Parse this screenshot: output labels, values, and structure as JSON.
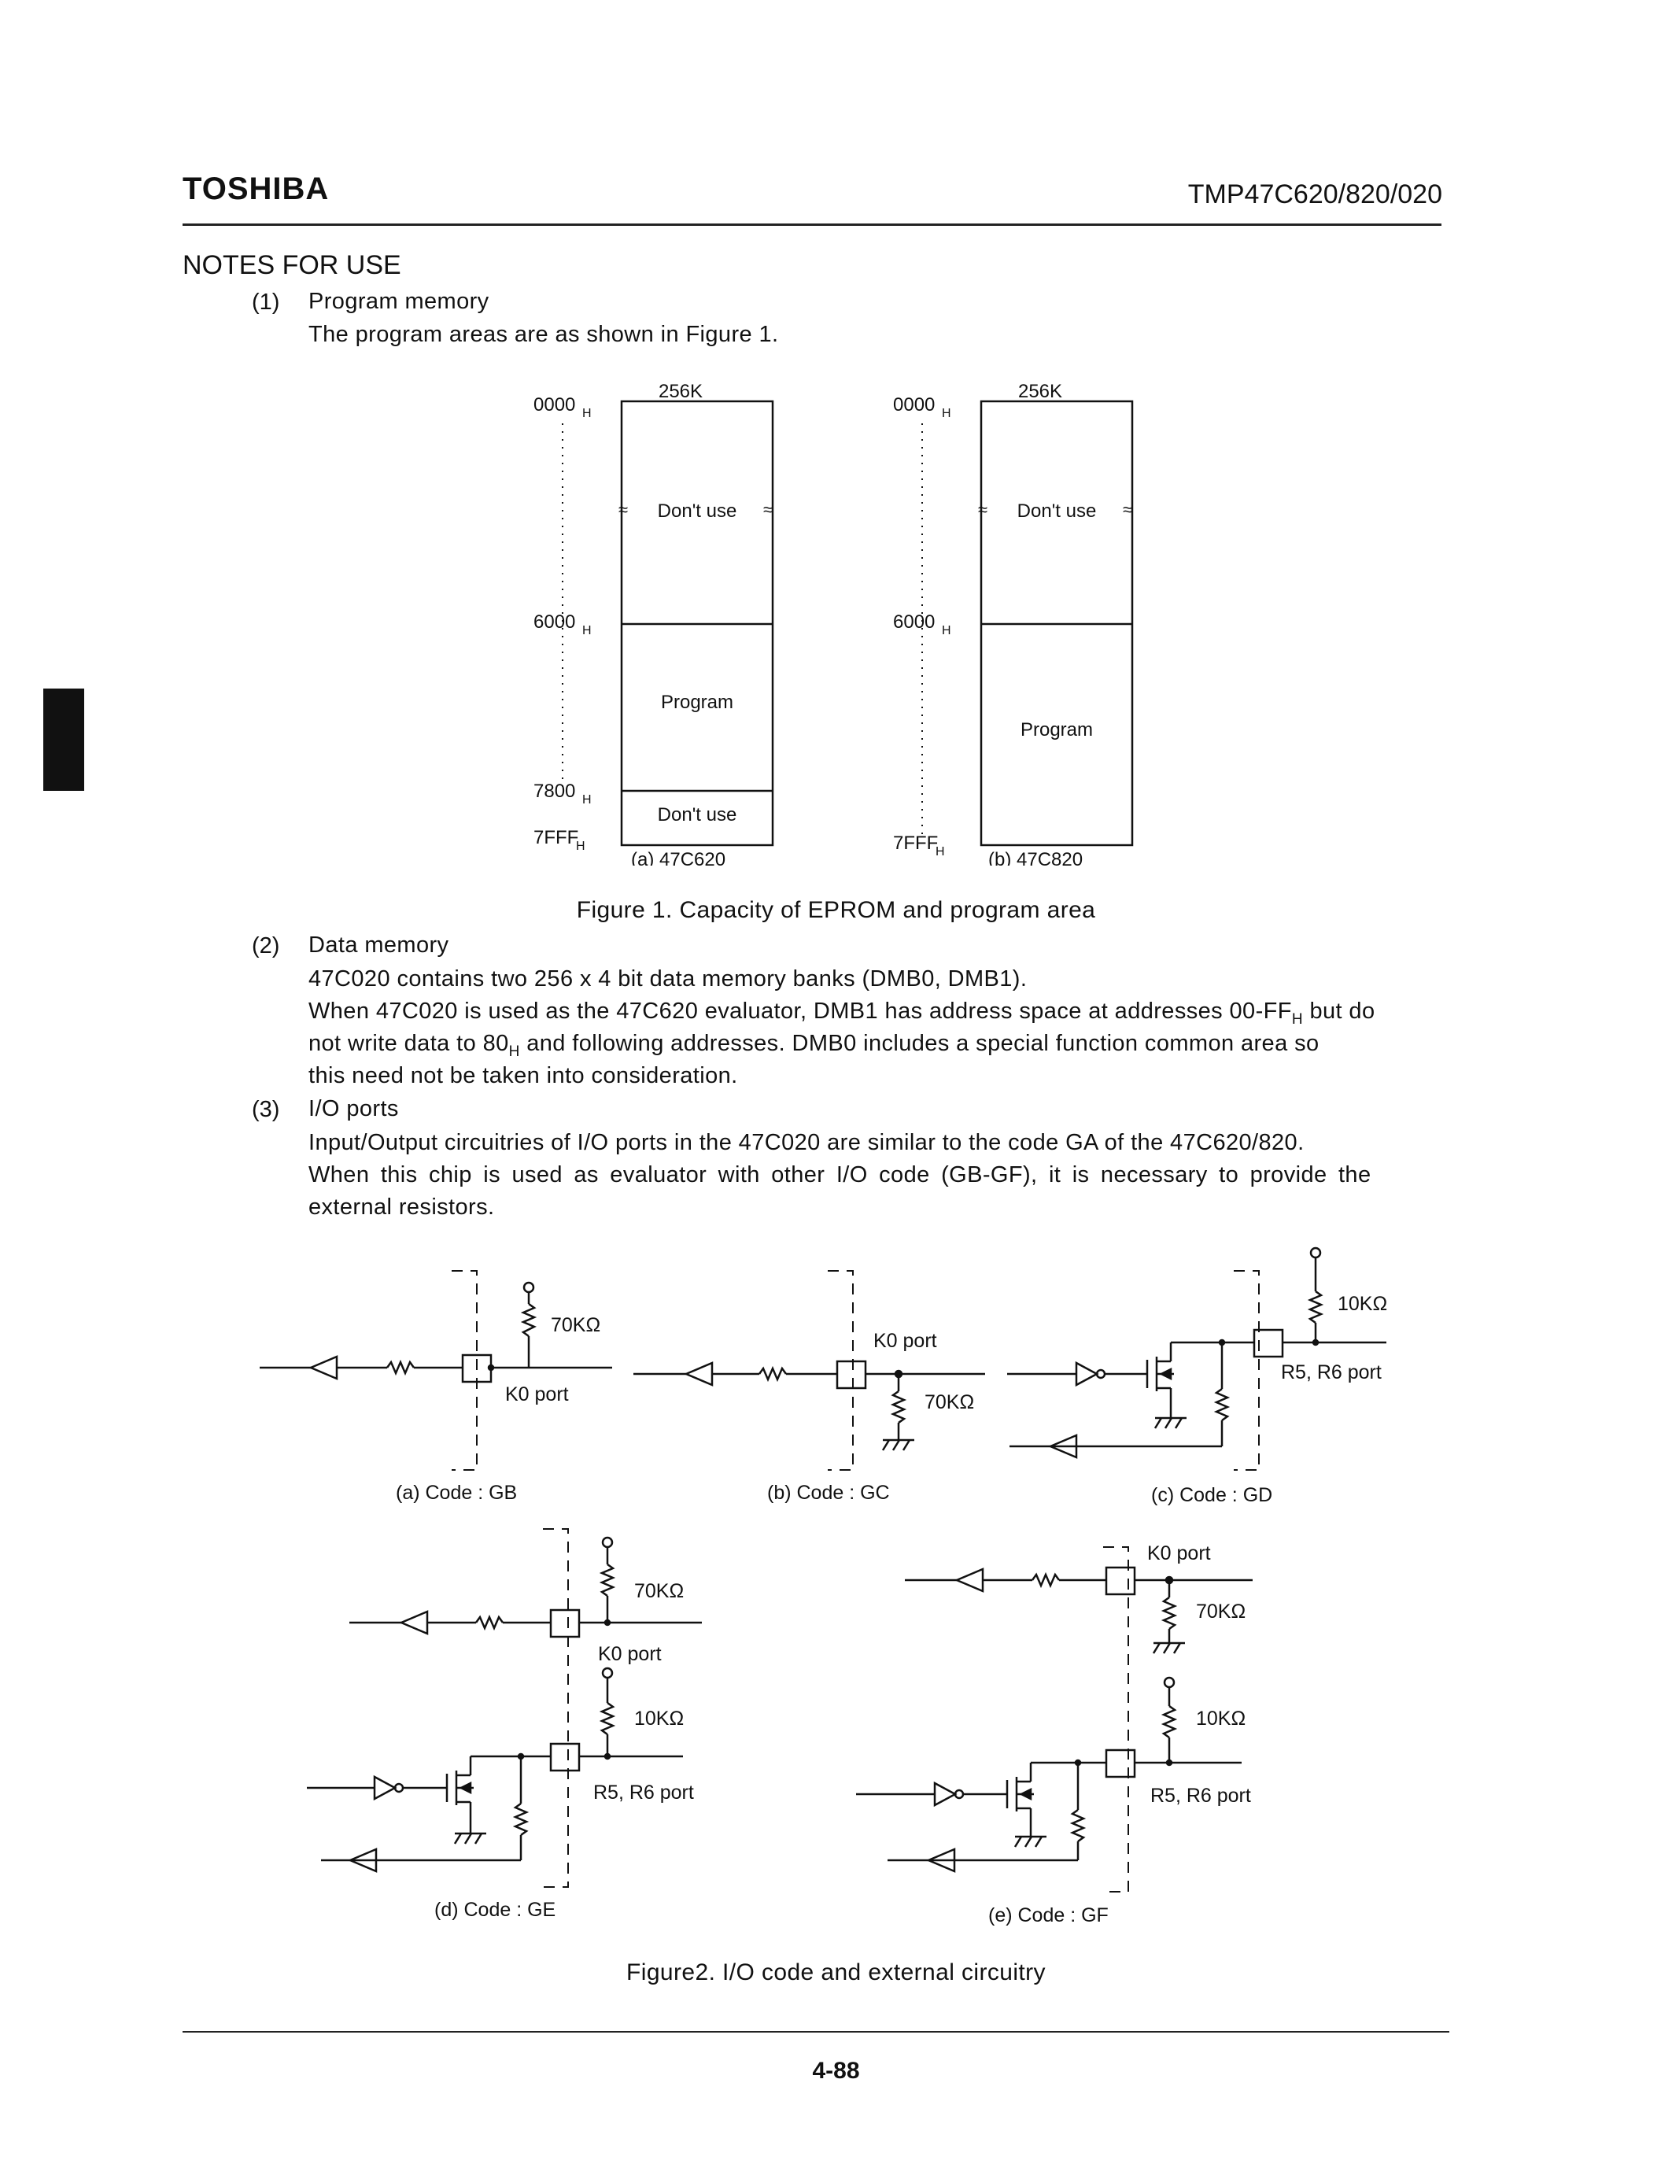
{
  "header": {
    "brand": "TOSHIBA",
    "part_number": "TMP47C620/820/020"
  },
  "section_title": "NOTES FOR USE",
  "item1": {
    "num": "(1)",
    "title": "Program memory",
    "text": "The program areas are as shown in Figure 1."
  },
  "figure1": {
    "a": {
      "top_label": "256K",
      "addr_start": "0000",
      "addr_6000": "6000",
      "addr_7800": "7800",
      "addr_end": "7FFF",
      "sub": "H",
      "dont_use": "Don't use",
      "program": "Program",
      "dont_use_bottom": "Don't use",
      "caption": "(a)  47C620"
    },
    "b": {
      "top_label": "256K",
      "addr_start": "0000",
      "addr_6000": "6000",
      "addr_end": "7FFF",
      "sub": "H",
      "dont_use": "Don't use",
      "program": "Program",
      "caption": "(b)  47C820"
    },
    "caption": "Figure 1.   Capacity of EPROM and program area"
  },
  "item2": {
    "num": "(2)",
    "title": "Data memory",
    "line1": "47C020 contains two 256 x 4 bit data memory banks (DMB0, DMB1).",
    "line2a": "When 47C020 is used as the 47C620 evaluator, DMB1 has address space at addresses 00-FF",
    "line2_sub": "H",
    "line2b": " but do",
    "line3a": "not write data to 80",
    "line3_sub": "H",
    "line3b": " and following addresses.  DMB0 includes a special function common area so",
    "line4": "this need not be taken into consideration."
  },
  "item3": {
    "num": "(3)",
    "title": "I/O ports",
    "line1": "Input/Output circuitries of I/O ports in the 47C020 are similar to the code GA of the 47C620/820.",
    "line2": "When this chip is used as evaluator with other I/O code (GB-GF), it is necessary to provide the",
    "line3": "external resistors."
  },
  "figure2": {
    "r70k": "70KΩ",
    "r10k": "10KΩ",
    "k0_port": "K0 port",
    "r5r6_port": "R5, R6 port",
    "cap_a": "(a)  Code : GB",
    "cap_b": "(b)  Code : GC",
    "cap_c": "(c)  Code : GD",
    "cap_d": "(d)  Code : GE",
    "cap_e": "(e)  Code : GF",
    "caption": "Figure2.   I/O code and external circuitry"
  },
  "footer": {
    "page": "4-88"
  }
}
